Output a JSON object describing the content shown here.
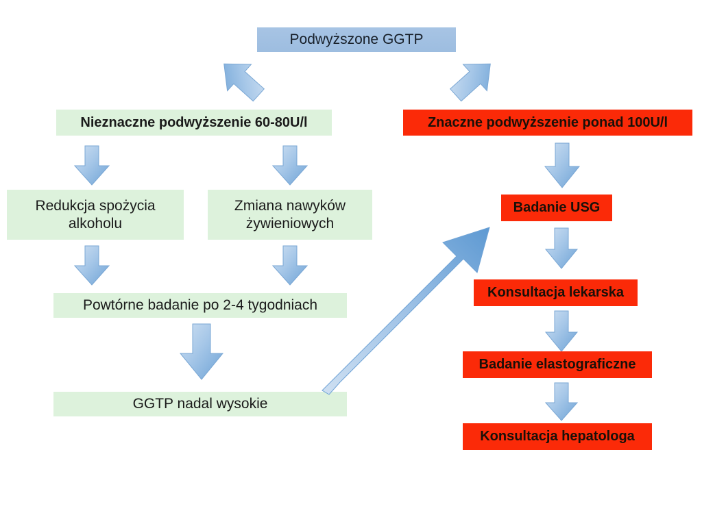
{
  "diagram": {
    "title_node": {
      "label": "Podwyższone GGTP",
      "color": "#a9c4e3"
    },
    "branches": {
      "left": {
        "header": "Nieznaczne podwyższenie 60-80U/l",
        "color": "#ddf2dc",
        "steps": [
          "Redukcja spożycia\nalkoholu",
          "Zmiana nawyków\nżywieniowych",
          "Powtórne badanie po 2-4 tygodniach",
          "GGTP nadal wysokie"
        ]
      },
      "right": {
        "header": "Znaczne podwyższenie ponad 100U/l",
        "color": "#fb2a08",
        "steps": [
          "Badanie USG",
          "Konsultacja lekarska",
          "Badanie elastograficzne",
          "Konsultacja hepatologa"
        ]
      }
    },
    "connectors": [
      {
        "name": "split-left",
        "direction": "down-left"
      },
      {
        "name": "split-right",
        "direction": "down-right"
      },
      {
        "name": "left-to-alcohol",
        "direction": "down"
      },
      {
        "name": "left-to-diet",
        "direction": "down"
      },
      {
        "name": "alcohol-to-retest",
        "direction": "down"
      },
      {
        "name": "diet-to-retest",
        "direction": "down"
      },
      {
        "name": "retest-to-still-high",
        "direction": "down"
      },
      {
        "name": "still-high-to-usg",
        "direction": "up-right"
      },
      {
        "name": "right-to-usg",
        "direction": "down"
      },
      {
        "name": "usg-to-doctor",
        "direction": "down"
      },
      {
        "name": "doctor-to-elastography",
        "direction": "down"
      },
      {
        "name": "elastography-to-hepatologist",
        "direction": "down"
      }
    ],
    "palette": {
      "arrow_light": "#cfe0f2",
      "arrow_mid": "#9cc0e4",
      "arrow_dark": "#6fa3d6",
      "green_fill": "#ddf2dc",
      "red_fill": "#fb2a08",
      "blue_fill": "#a9c4e3",
      "text_dark": "#111111"
    }
  }
}
